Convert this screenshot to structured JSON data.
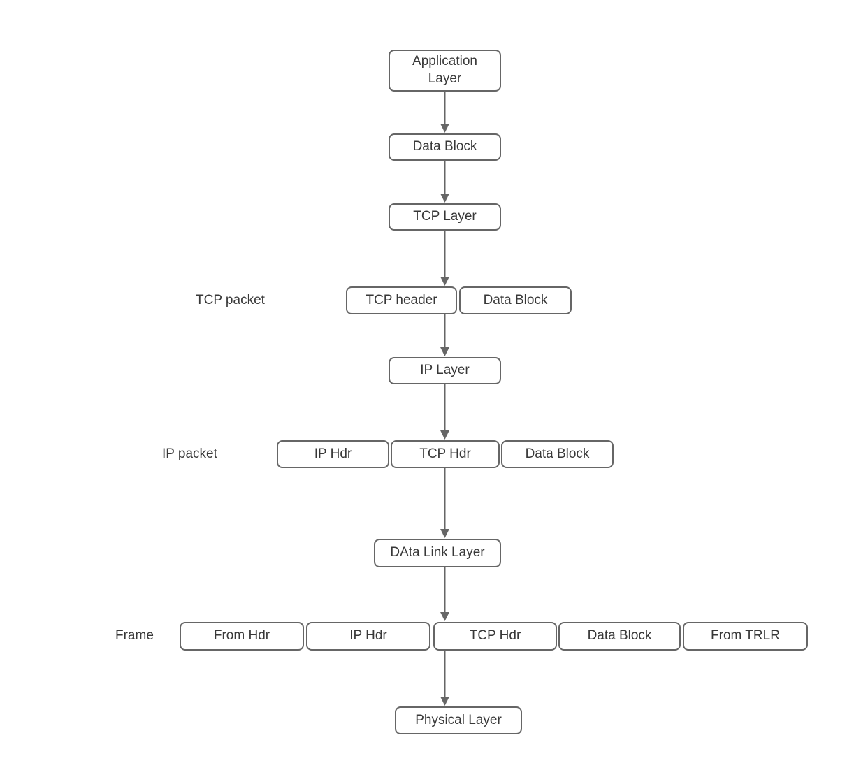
{
  "diagram": {
    "colors": {
      "background": "#ffffff",
      "box_fill": "#ffffff",
      "box_border": "#666666",
      "text": "#383838",
      "arrow": "#666666"
    },
    "nodes": {
      "application_layer": "Application Layer",
      "data_block_1": "Data Block",
      "tcp_layer": "TCP Layer",
      "tcp_header": "TCP header",
      "data_block_2": "Data Block",
      "ip_layer": "IP Layer",
      "ip_hdr_1": "IP Hdr",
      "tcp_hdr_1": "TCP Hdr",
      "data_block_3": "Data Block",
      "data_link_layer": "DAta Link Layer",
      "from_hdr": "From Hdr",
      "ip_hdr_2": "IP Hdr",
      "tcp_hdr_2": "TCP Hdr",
      "data_block_4": "Data Block",
      "from_trlr": "From TRLR",
      "physical_layer": "Physical Layer"
    },
    "row_labels": {
      "tcp_packet": "TCP packet",
      "ip_packet": "IP packet",
      "frame": "Frame"
    }
  }
}
